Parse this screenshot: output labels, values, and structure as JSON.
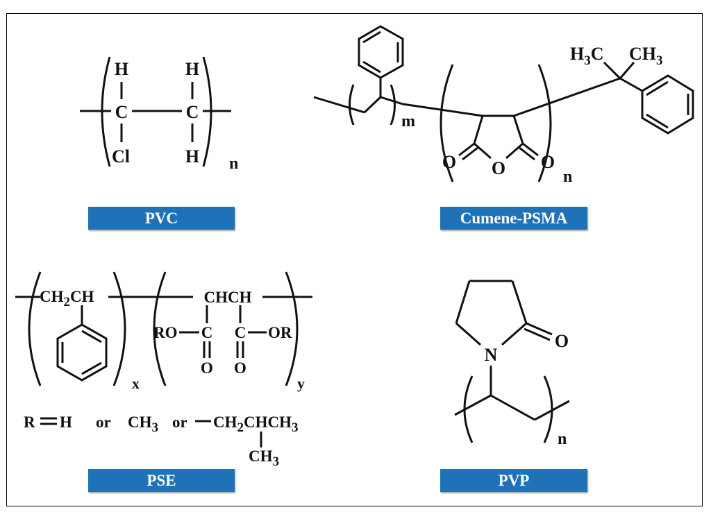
{
  "labels": {
    "pvc": "PVC",
    "cumene_psma": "Cumene-PSMA",
    "pse": "PSE",
    "pvp": "PVP"
  },
  "pvc": {
    "h1": "H",
    "h2": "H",
    "h3": "H",
    "c1": "C",
    "c2": "C",
    "cl": "Cl",
    "n": "n"
  },
  "psma": {
    "m": "m",
    "n": "n",
    "o1": "O",
    "o2": "O",
    "o3": "O",
    "h3c": "H",
    "h3c_sub": "3",
    "h3c_c": "C",
    "ch3": "CH",
    "ch3_sub": "3"
  },
  "pse": {
    "ch2ch": "CH",
    "ch2ch_sub": "2",
    "ch2ch_tail": "CH",
    "chch": "CHCH",
    "ro": "RO",
    "c1": "C",
    "c2": "C",
    "or": "OR",
    "o1": "O",
    "o2": "O",
    "x": "x",
    "y": "y",
    "r": "R",
    "h": "H",
    "or1": "or",
    "ch3_a": "CH",
    "ch3_a_sub": "3",
    "or2": "or",
    "tail": "CH",
    "tail_sub": "2",
    "tail_end": "CHCH",
    "tail_sub2": "3",
    "ch3_b": "CH",
    "ch3_b_sub": "3"
  },
  "pvp": {
    "n_atom": "N",
    "o": "O",
    "n": "n"
  }
}
